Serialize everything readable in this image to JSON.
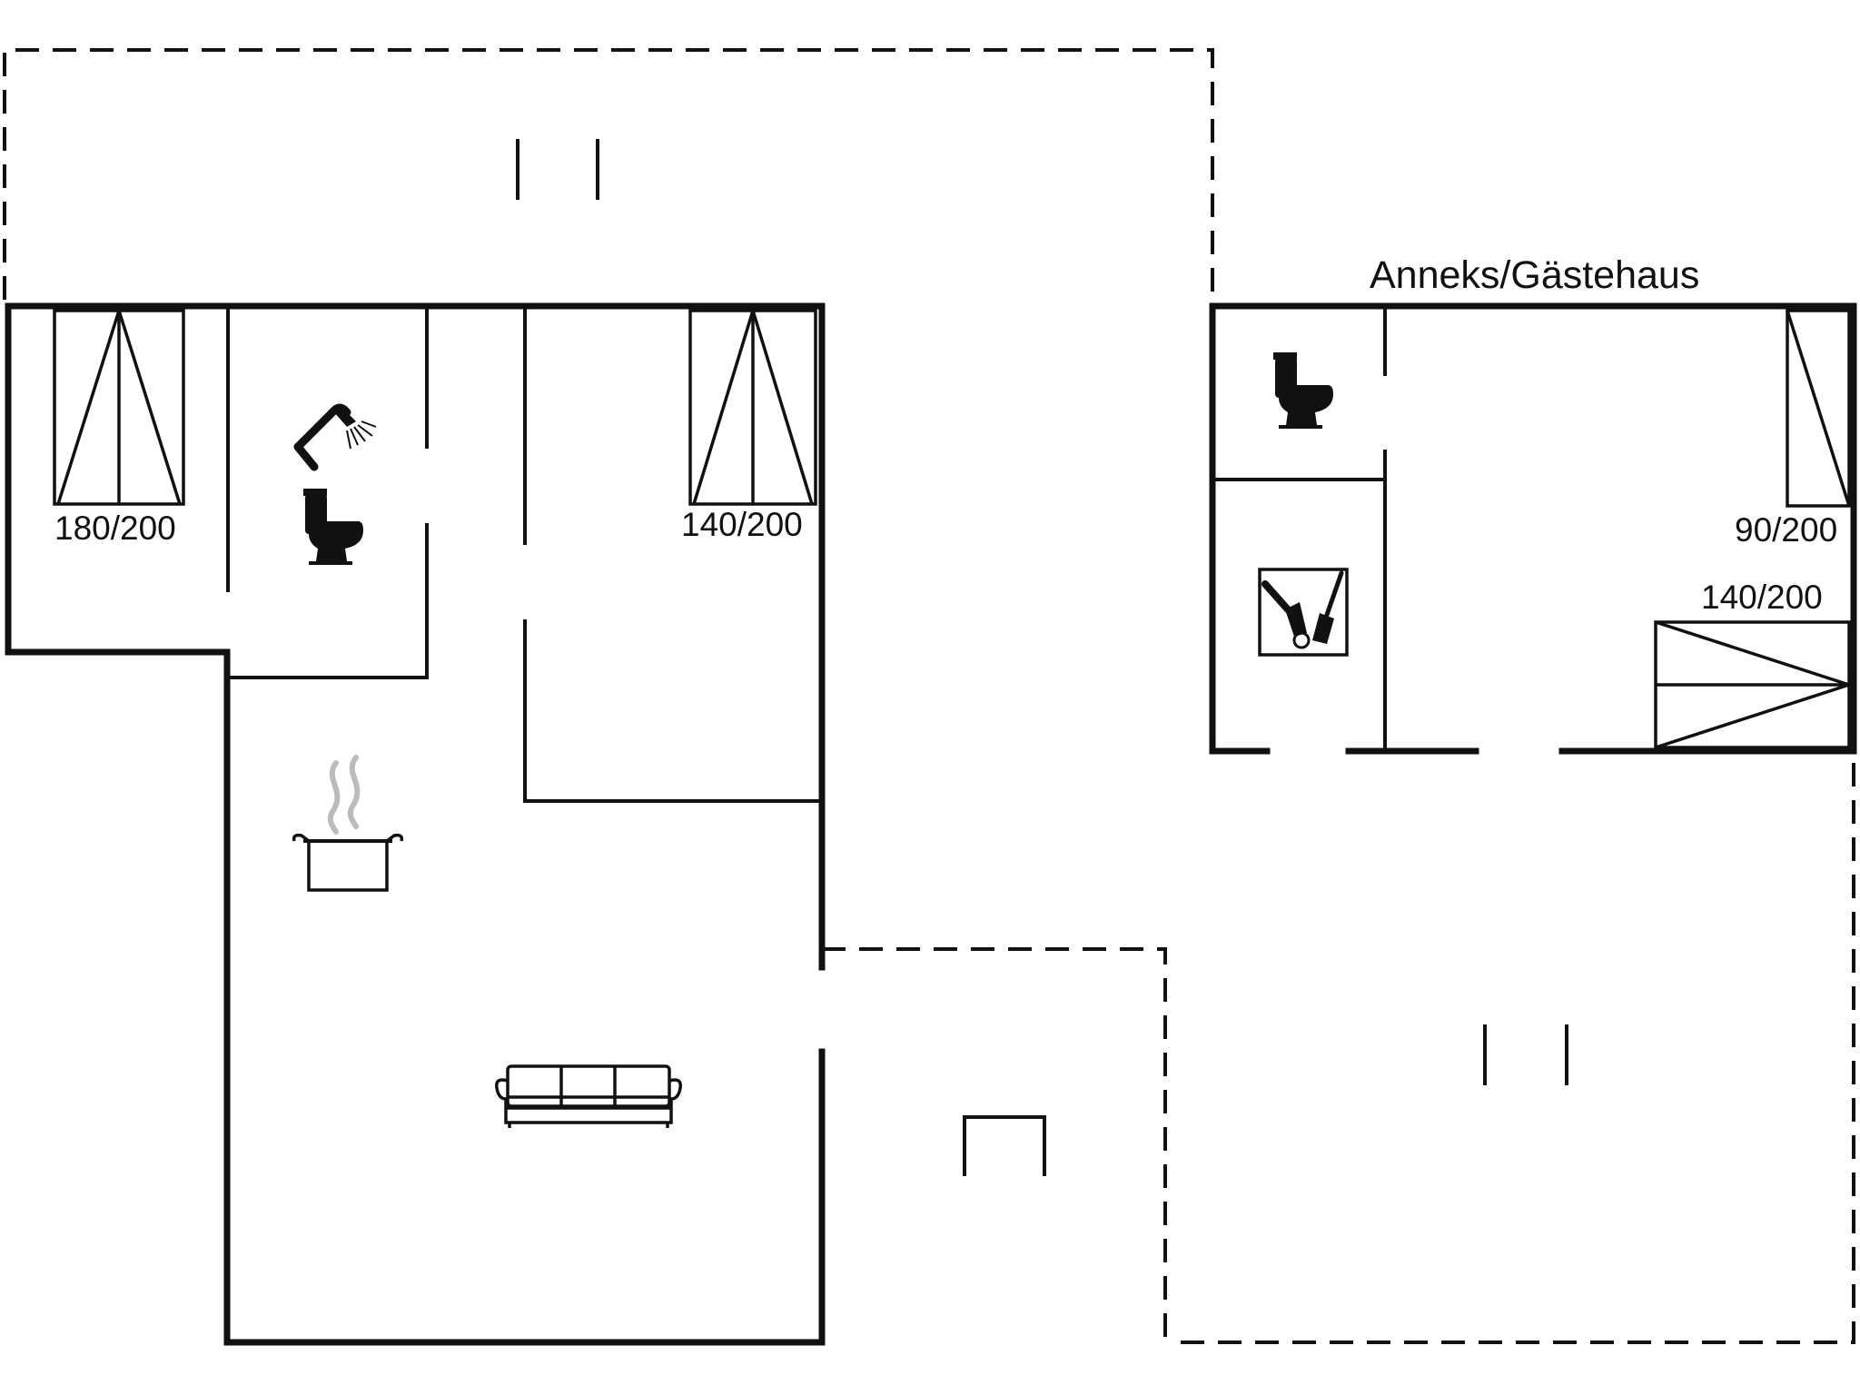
{
  "annex_title": "Anneks/Gästehaus",
  "beds": {
    "main_1": "180/200",
    "main_2": "140/200",
    "annex_1": "90/200",
    "annex_2": "140/200"
  },
  "icons": [
    "shower-icon",
    "toilet-icon",
    "cooking-pot-icon",
    "sofa-icon",
    "utility-room-icon",
    "terrace-furniture-icon"
  ],
  "colors": {
    "wall": "#111111",
    "background": "#ffffff",
    "icon_gray": "#bbbbbb"
  }
}
